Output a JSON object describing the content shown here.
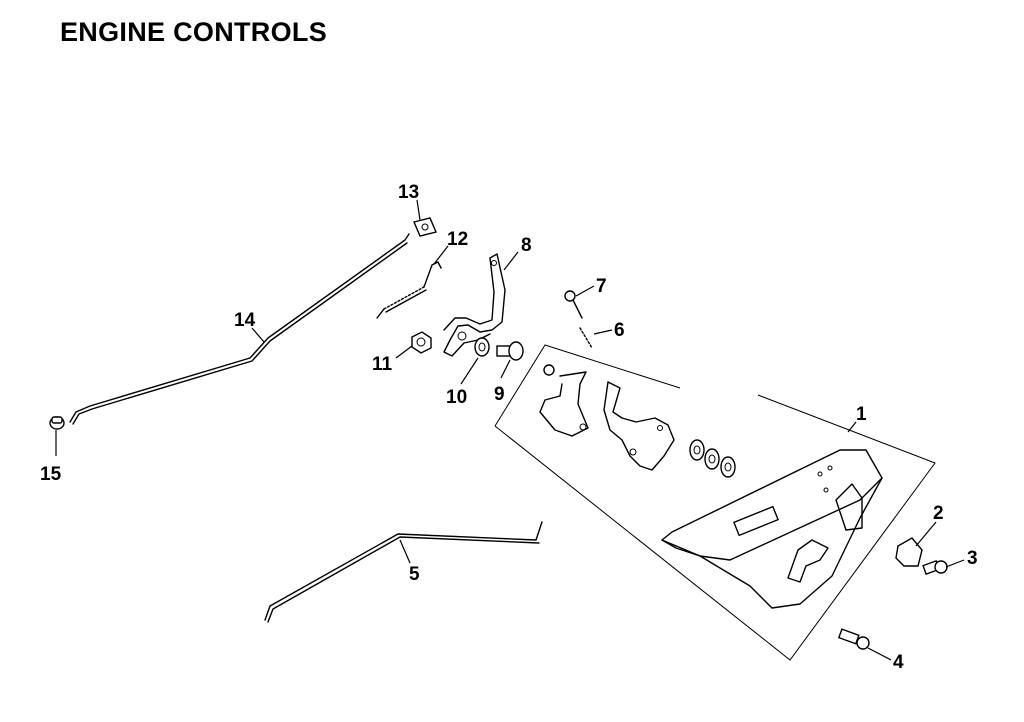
{
  "title": "ENGINE CONTROLS",
  "callouts": {
    "p1": "1",
    "p2": "2",
    "p3": "3",
    "p4": "4",
    "p5": "5",
    "p6": "6",
    "p7": "7",
    "p8": "8",
    "p9": "9",
    "p10": "10",
    "p11": "11",
    "p12": "12",
    "p13": "13",
    "p14": "14",
    "p15": "15"
  }
}
